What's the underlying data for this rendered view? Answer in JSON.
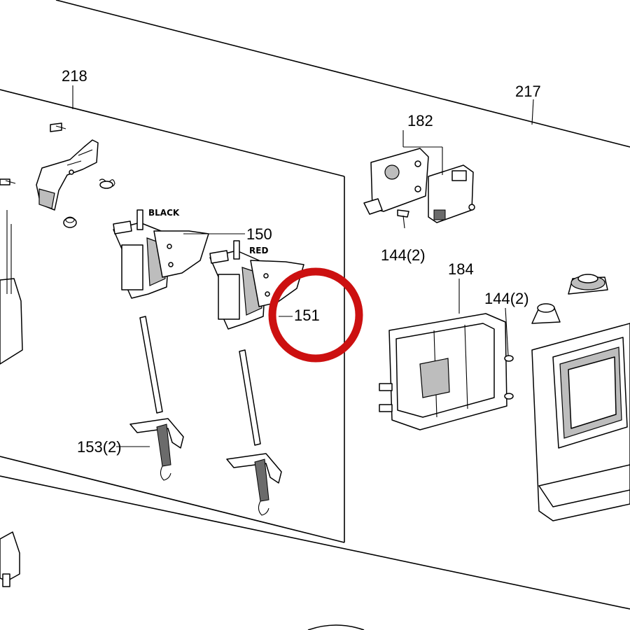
{
  "labels": {
    "p218": "218",
    "p217": "217",
    "p182": "182",
    "p150": "150",
    "p151": "151",
    "p184": "184",
    "p153": "153(2)",
    "p144a": "144(2)",
    "p144b": "144(2)",
    "black": "BLACK",
    "red": "RED"
  },
  "highlight": {
    "color": "#cc1010",
    "target": "151"
  }
}
